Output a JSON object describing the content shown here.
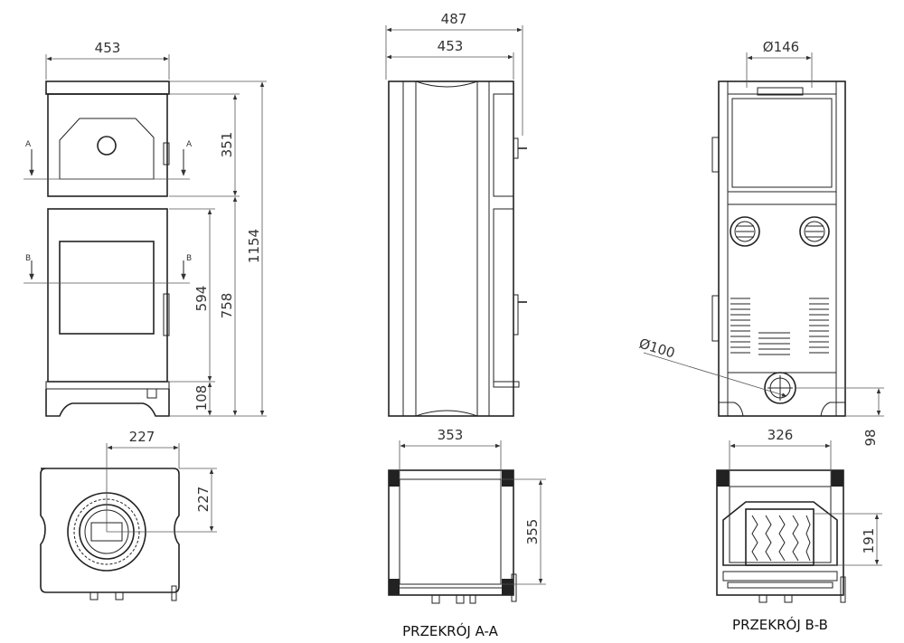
{
  "dimensions": {
    "front_width": "453",
    "front_oven_height": "351",
    "front_total_height": "1154",
    "front_door_height": "594",
    "front_lower_height": "758",
    "front_base_height": "108",
    "side_total_width": "487",
    "side_body_width": "453",
    "back_flue_diameter": "Ø146",
    "back_inlet_diameter": "Ø100",
    "back_inlet_height": "98",
    "top_offset_x": "227",
    "top_offset_y": "227",
    "section_a_width": "353",
    "section_a_depth": "355",
    "section_b_width": "326",
    "section_b_depth": "191"
  },
  "section_markers": {
    "a": "A",
    "b": "B"
  },
  "captions": {
    "section_a": "PRZEKRÓJ A-A",
    "section_b": "PRZEKRÓJ B-B"
  }
}
